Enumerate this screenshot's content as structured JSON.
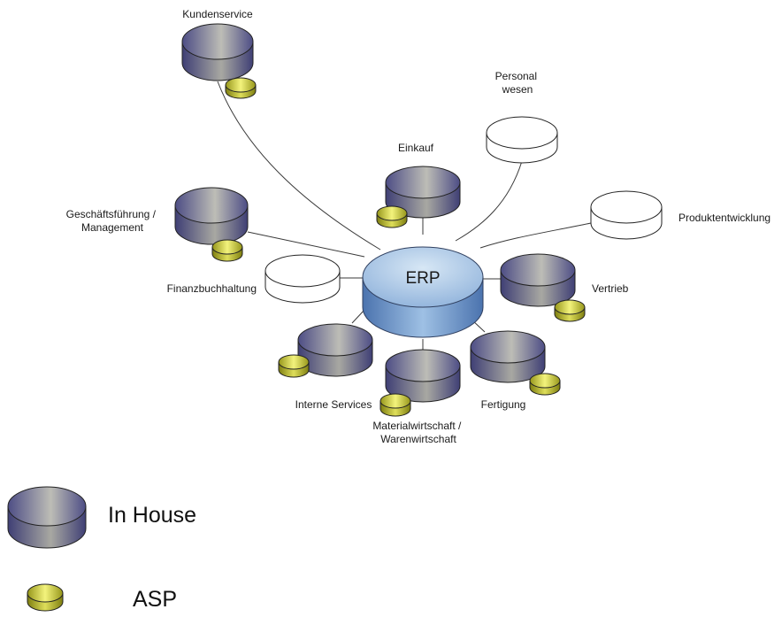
{
  "diagram": {
    "center": {
      "label": "ERP"
    },
    "nodes": [
      {
        "id": "kundenservice",
        "lines": [
          "Kundenservice"
        ],
        "type": "in_house",
        "asp": true
      },
      {
        "id": "personal",
        "lines": [
          "Personal",
          "wesen"
        ],
        "type": "external",
        "asp": false
      },
      {
        "id": "einkauf",
        "lines": [
          "Einkauf"
        ],
        "type": "in_house",
        "asp": true
      },
      {
        "id": "geschaeftsfuehrung",
        "lines": [
          "Geschäftsführung /",
          "Management"
        ],
        "type": "in_house",
        "asp": true
      },
      {
        "id": "produktentwicklung",
        "lines": [
          "Produktentwicklung"
        ],
        "type": "external",
        "asp": false
      },
      {
        "id": "finanzbuchhaltung",
        "lines": [
          "Finanzbuchhaltung"
        ],
        "type": "external",
        "asp": false
      },
      {
        "id": "vertrieb",
        "lines": [
          "Vertrieb"
        ],
        "type": "in_house",
        "asp": true
      },
      {
        "id": "interne-services",
        "lines": [
          "Interne Services"
        ],
        "type": "in_house",
        "asp": true
      },
      {
        "id": "materialwirtschaft",
        "lines": [
          "Materialwirtschaft /",
          "Warenwirtschaft"
        ],
        "type": "in_house",
        "asp": true
      },
      {
        "id": "fertigung",
        "lines": [
          "Fertigung"
        ],
        "type": "in_house",
        "asp": true
      }
    ],
    "legend": [
      {
        "id": "in_house",
        "label": "In House"
      },
      {
        "id": "asp",
        "label": "ASP"
      }
    ],
    "colors": {
      "in_house_dark": "#5a5a8c",
      "in_house_light": "#b8b8b4",
      "asp_dark": "#9a9a1c",
      "asp_light": "#f2f27a",
      "erp_top": "#c6dcef",
      "erp_side": "#5c84bc",
      "edge": "#3a3a3a"
    }
  }
}
